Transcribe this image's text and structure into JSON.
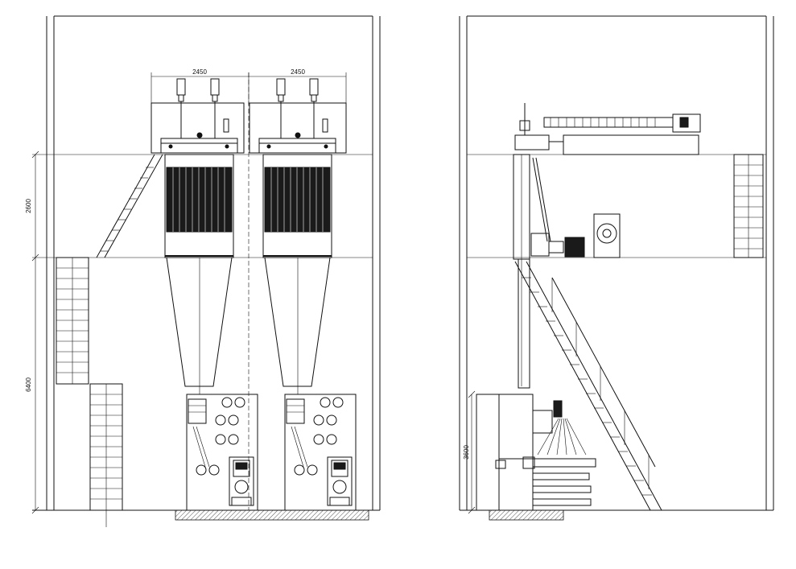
{
  "front_view": {
    "dim_width_left": "2450",
    "dim_width_right": "2450",
    "dim_height_upper": "2600",
    "dim_height_lower": "6400"
  },
  "side_view": {
    "dim_height": "3600"
  }
}
